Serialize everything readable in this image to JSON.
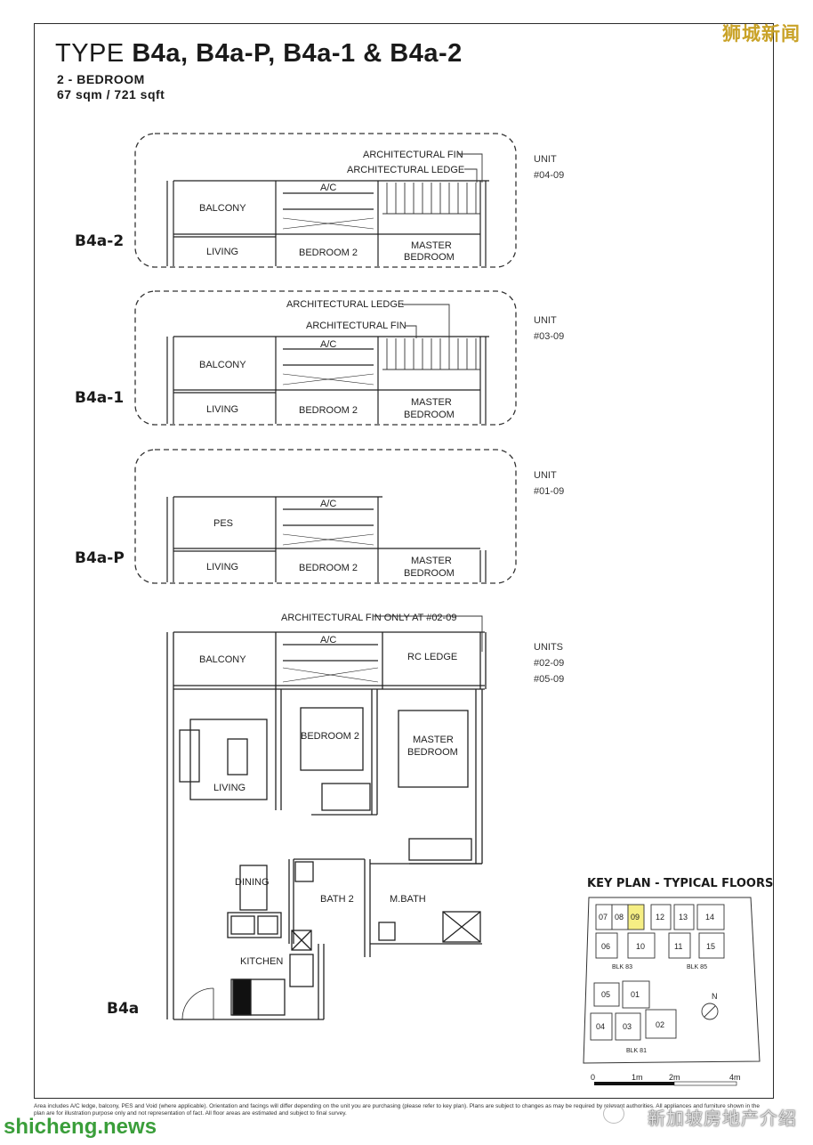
{
  "header": {
    "title_prefix": "TYPE",
    "title_types": "B4a, B4a-P, B4a-1 & B4a-2",
    "bedrooms": "2 - BEDROOM",
    "area": "67 sqm / 721 sqft"
  },
  "plans": [
    {
      "type": "B4a-2",
      "unit_heading": "UNIT",
      "units": [
        "#04-09"
      ],
      "annotations": [
        "ARCHITECTURAL FIN",
        "ARCHITECTURAL LEDGE"
      ],
      "rooms": [
        "BALCONY",
        "A/C",
        "LIVING",
        "BEDROOM 2",
        "MASTER",
        "BEDROOM"
      ]
    },
    {
      "type": "B4a-1",
      "unit_heading": "UNIT",
      "units": [
        "#03-09"
      ],
      "annotations": [
        "ARCHITECTURAL LEDGE",
        "ARCHITECTURAL FIN"
      ],
      "rooms": [
        "BALCONY",
        "A/C",
        "LIVING",
        "BEDROOM 2",
        "MASTER",
        "BEDROOM"
      ]
    },
    {
      "type": "B4a-P",
      "unit_heading": "UNIT",
      "units": [
        "#01-09"
      ],
      "annotations": [],
      "rooms": [
        "PES",
        "A/C",
        "LIVING",
        "BEDROOM 2",
        "MASTER",
        "BEDROOM"
      ]
    },
    {
      "type": "B4a",
      "unit_heading": "UNITS",
      "units": [
        "#02-09",
        "#05-09"
      ],
      "annotations": [
        "ARCHITECTURAL FIN ONLY AT #02-09"
      ],
      "rooms": [
        "BALCONY",
        "A/C",
        "RC LEDGE",
        "BEDROOM 2",
        "MASTER",
        "BEDROOM",
        "LIVING",
        "DINING",
        "BATH 2",
        "M.BATH",
        "KITCHEN"
      ]
    }
  ],
  "key_plan": {
    "title": "KEY PLAN - TYPICAL FLOORS",
    "units": [
      "07",
      "08",
      "09",
      "12",
      "13",
      "14",
      "06",
      "10",
      "11",
      "15",
      "05",
      "01",
      "04",
      "03",
      "02"
    ],
    "highlighted_unit": "09",
    "blocks": [
      "BLK 83",
      "BLK 85",
      "BLK 81"
    ],
    "north_label": "N",
    "highlight_color": "#f5ee84"
  },
  "scale_bar": {
    "labels": [
      "0",
      "1m",
      "2m",
      "4m"
    ]
  },
  "disclaimer": "Area includes A/C ledge, balcony, PES and Void (where applicable). Orientation and facings will differ depending on the unit you are purchasing (please refer to key plan). Plans are subject to changes as may be required by relevant authorities. All appliances and furniture shown in the plan are for illustration purpose only and not representation of fact. All floor areas are estimated and subject to final survey.",
  "watermarks": {
    "top_right": "狮城新闻",
    "bottom_left": "shicheng.news",
    "bottom_right": "新加坡房地产介绍"
  }
}
